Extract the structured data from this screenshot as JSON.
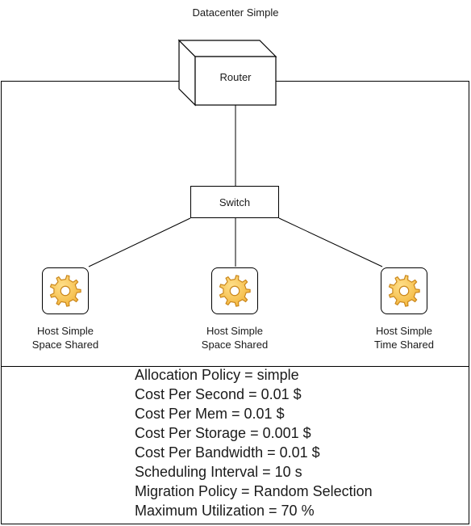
{
  "datacenter": {
    "title": "Datacenter Simple"
  },
  "router": {
    "label": "Router",
    "icon": "router-box-icon"
  },
  "switch": {
    "label": "Switch"
  },
  "hosts": [
    {
      "line1": "Host Simple",
      "line2": "Space Shared",
      "icon": "gear-icon"
    },
    {
      "line1": "Host Simple",
      "line2": "Space Shared",
      "icon": "gear-icon"
    },
    {
      "line1": "Host Simple",
      "line2": "Time Shared",
      "icon": "gear-icon"
    }
  ],
  "properties": [
    "Allocation Policy = simple",
    "Cost Per Second = 0.01 $",
    "Cost Per Mem = 0.01 $",
    "Cost Per Storage = 0.001 $",
    "Cost Per Bandwidth = 0.01 $",
    "Scheduling Interval = 10 s",
    "Migration Policy = Random Selection",
    "Maximum Utilization = 70 %"
  ],
  "colors": {
    "gear": "#f2b43a",
    "gear_dark": "#c9851a",
    "stroke": "#000000"
  }
}
